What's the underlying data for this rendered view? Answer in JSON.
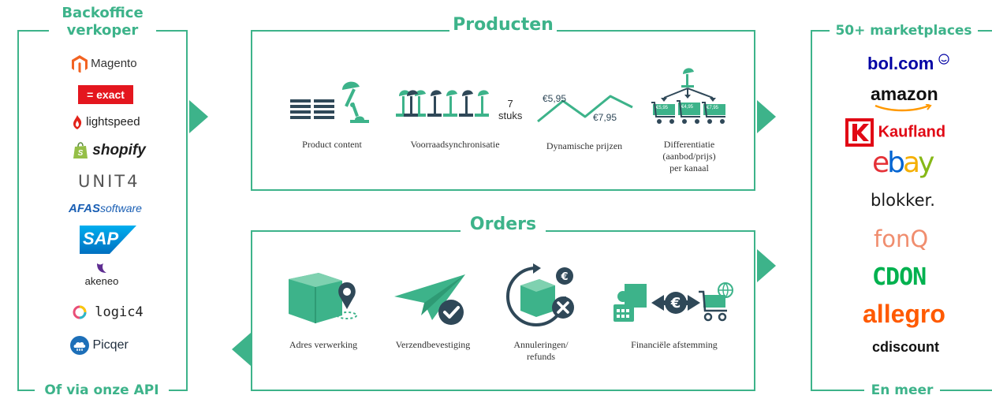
{
  "left": {
    "title_line1": "Backoffice",
    "title_line2": "verkoper",
    "footer": "Of via onze API",
    "logos": {
      "magento": "Magento",
      "exact": "= exact",
      "lightspeed": "lightspeed",
      "shopify": "shopify",
      "unit4": "UNIT4",
      "afas_bold": "AFAS",
      "afas_rest": "software",
      "sap": "SAP",
      "akeneo": "akeneo",
      "logic4": "logic4",
      "picqer": "Picqer"
    }
  },
  "right": {
    "title": "50+ marketplaces",
    "footer": "En meer",
    "logos": {
      "bolcom": "bol.com",
      "amazon": "amazon",
      "kaufland": "Kaufland",
      "ebay_e": "e",
      "ebay_b": "b",
      "ebay_a": "a",
      "ebay_y": "y",
      "blokker": "blokker.",
      "fonq": "fonQ",
      "cdon": "CDON",
      "allegro": "allegro",
      "cdiscount": "cdiscount"
    }
  },
  "producten": {
    "title": "Producten",
    "features": {
      "content": "Product content",
      "voorraad": "Voorraadsynchronisatie",
      "voorraad_count_num": "7",
      "voorraad_count_unit": "stuks",
      "prijzen": "Dynamische prijzen",
      "price_a": "€5,95",
      "price_b": "€7,95",
      "differentiatie_1": "Differentiatie",
      "differentiatie_2": "(aanbod/prijs)",
      "differentiatie_3": "per kanaal",
      "cart_price_1": "€5,95",
      "cart_price_2": "€4,95",
      "cart_price_3": "€7,95"
    }
  },
  "orders": {
    "title": "Orders",
    "features": {
      "adres": "Adres verwerking",
      "verzend": "Verzendbevestiging",
      "annulering_1": "Annuleringen/",
      "annulering_2": "refunds",
      "financieel": "Financiële afstemming"
    }
  },
  "colors": {
    "accent": "#3db38a",
    "dark": "#2f4858"
  }
}
